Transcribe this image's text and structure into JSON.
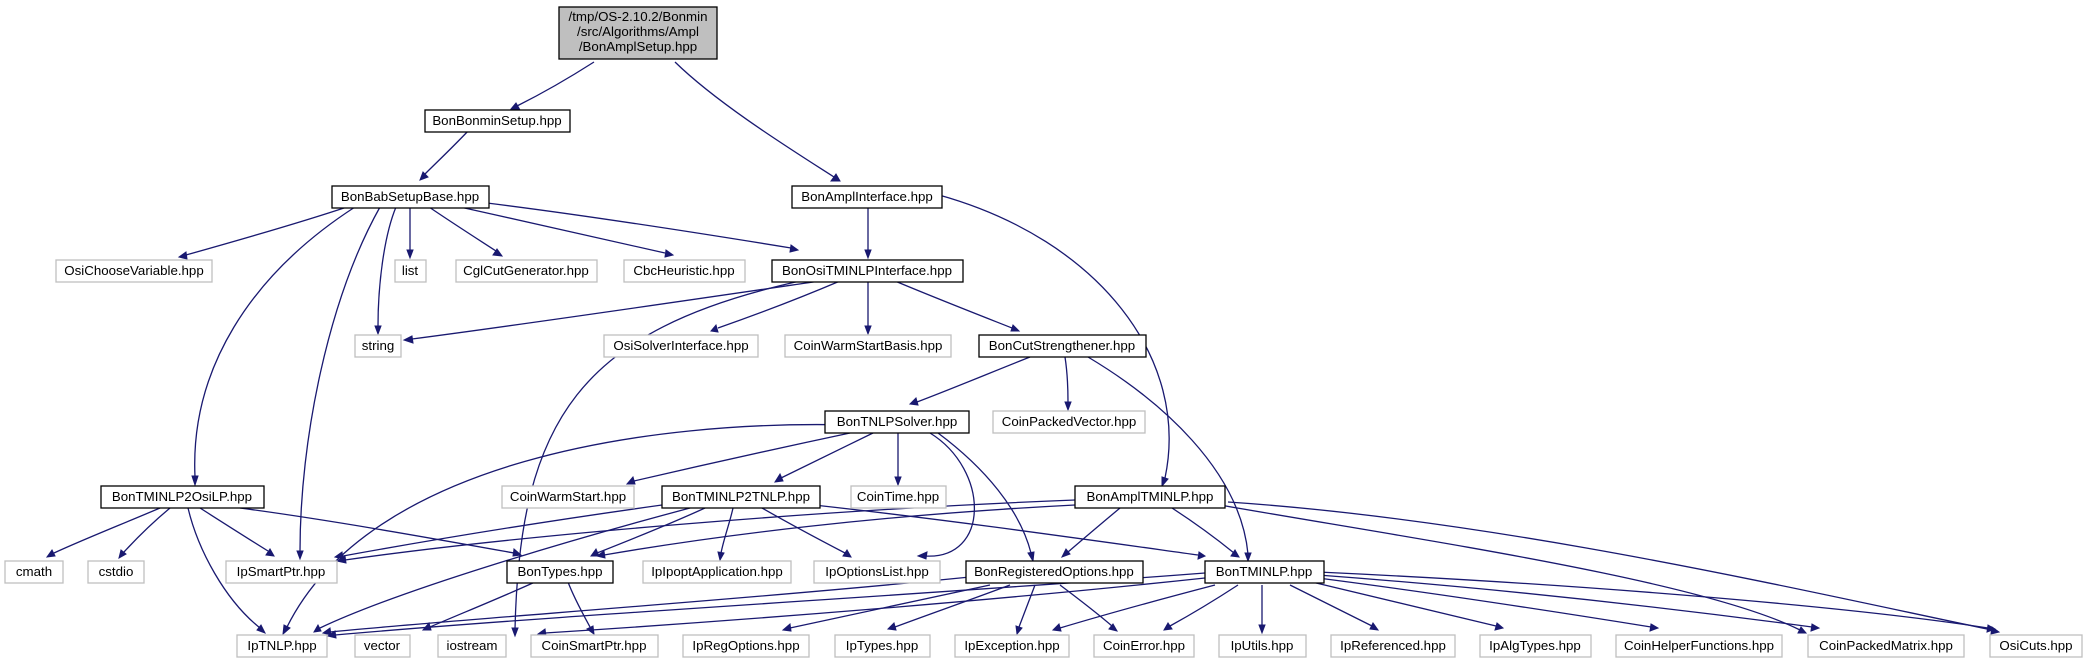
{
  "nodes": {
    "root": [
      "/tmp/OS-2.10.2/Bonmin",
      "/src/Algorithms/Ampl",
      "/BonAmplSetup.hpp"
    ],
    "bonmin_setup": "BonBonminSetup.hpp",
    "bab_setup_base": "BonBabSetupBase.hpp",
    "ampl_interface": "BonAmplInterface.hpp",
    "osi_choose_variable": "OsiChooseVariable.hpp",
    "list": "list",
    "cgl_cut_generator": "CglCutGenerator.hpp",
    "cbc_heuristic": "CbcHeuristic.hpp",
    "osi_tminlp_interface": "BonOsiTMINLPInterface.hpp",
    "string": "string",
    "osi_solver_interface": "OsiSolverInterface.hpp",
    "coin_warm_start_basis": "CoinWarmStartBasis.hpp",
    "cut_strengthener": "BonCutStrengthener.hpp",
    "tnlp_solver": "BonTNLPSolver.hpp",
    "coin_packed_vector": "CoinPackedVector.hpp",
    "tminlp2osilp": "BonTMINLP2OsiLP.hpp",
    "coin_warm_start": "CoinWarmStart.hpp",
    "tminlp2tnlp": "BonTMINLP2TNLP.hpp",
    "coin_time": "CoinTime.hpp",
    "ampl_tminlp": "BonAmplTMINLP.hpp",
    "cmath": "cmath",
    "cstdio": "cstdio",
    "ip_smart_ptr": "IpSmartPtr.hpp",
    "bon_types": "BonTypes.hpp",
    "ipopt_application": "IpIpoptApplication.hpp",
    "ip_options_list": "IpOptionsList.hpp",
    "registered_options": "BonRegisteredOptions.hpp",
    "tminlp": "BonTMINLP.hpp",
    "ip_tnlp": "IpTNLP.hpp",
    "vector": "vector",
    "iostream": "iostream",
    "coin_smart_ptr": "CoinSmartPtr.hpp",
    "ip_reg_options": "IpRegOptions.hpp",
    "ip_types": "IpTypes.hpp",
    "ip_exception": "IpException.hpp",
    "coin_error": "CoinError.hpp",
    "ip_utils": "IpUtils.hpp",
    "ip_referenced": "IpReferenced.hpp",
    "ip_alg_types": "IpAlgTypes.hpp",
    "coin_helper_functions": "CoinHelperFunctions.hpp",
    "coin_packed_matrix": "CoinPackedMatrix.hpp",
    "osi_cuts": "OsiCuts.hpp"
  }
}
